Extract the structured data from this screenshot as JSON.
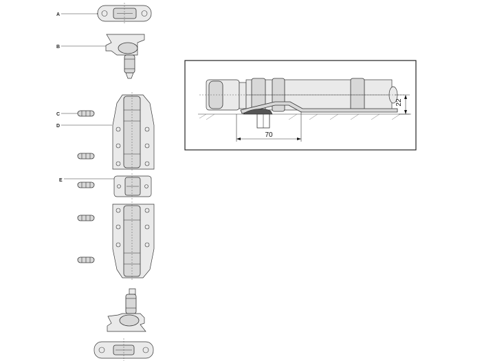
{
  "labels": {
    "a": "A",
    "b": "B",
    "c": "C",
    "d": "D",
    "e": "E"
  },
  "detail": {
    "dim_length": "70",
    "dim_height": "22"
  }
}
